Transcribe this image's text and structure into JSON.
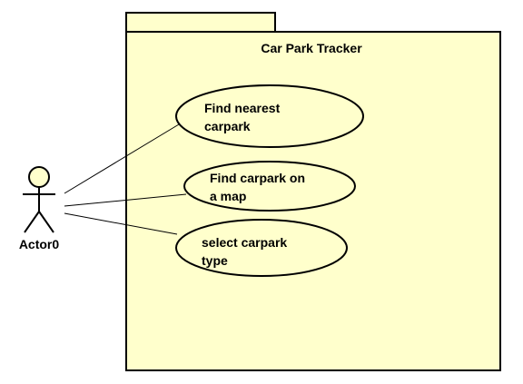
{
  "system": {
    "title": "Car Park Tracker",
    "fill_color": "#ffffcc",
    "border_color": "#000000"
  },
  "actor": {
    "name": "Actor0"
  },
  "use_cases": [
    {
      "line1": "Find nearest",
      "line2": "carpark"
    },
    {
      "line1": "Find carpark on",
      "line2": "a map"
    },
    {
      "line1": "select carpark",
      "line2": "type"
    }
  ]
}
